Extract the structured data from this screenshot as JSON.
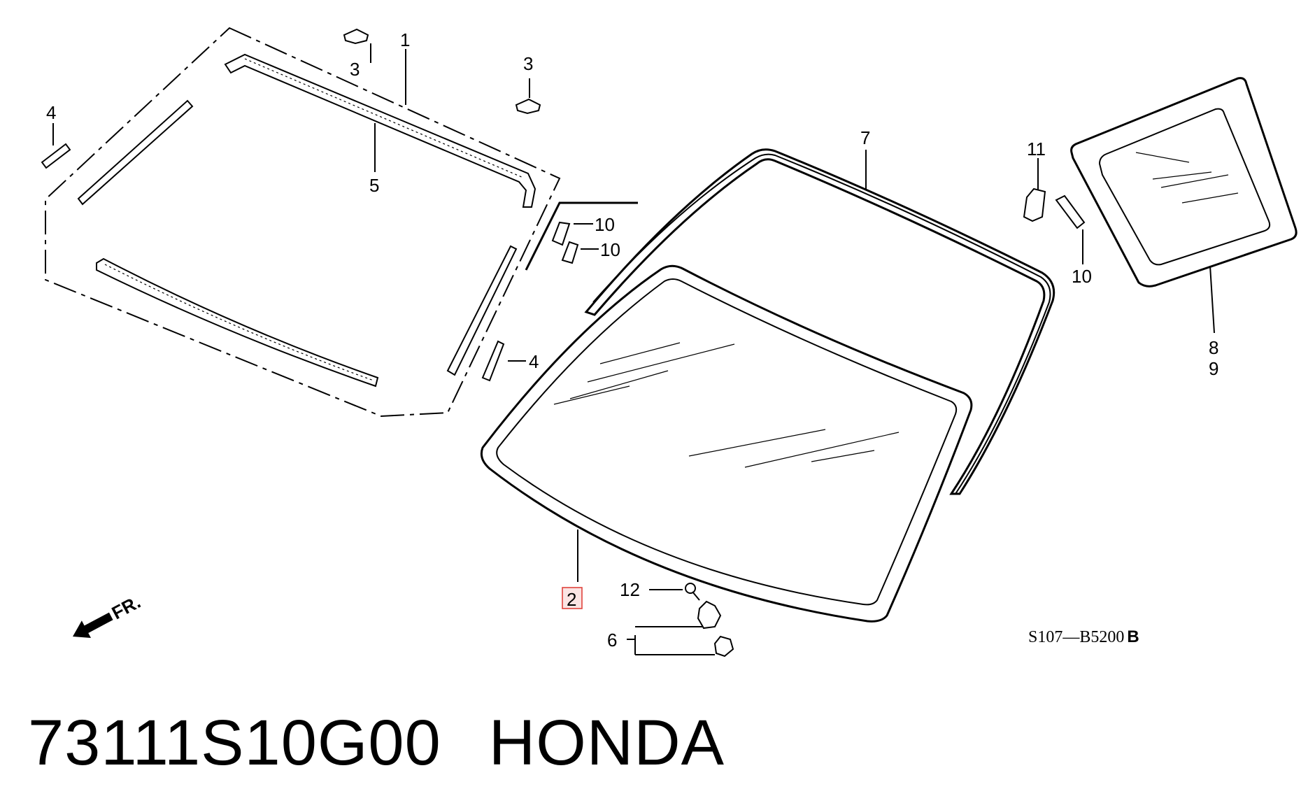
{
  "diagram": {
    "callouts": {
      "c1": "1",
      "c2": "2",
      "c3a": "3",
      "c3b": "3",
      "c4a": "4",
      "c4b": "4",
      "c5": "5",
      "c6": "6",
      "c7": "7",
      "c8": "8",
      "c9": "9",
      "c10a": "10",
      "c10b": "10",
      "c10c": "10",
      "c11": "11",
      "c12": "12"
    },
    "diagram_code": "S107—B5200",
    "diagram_code_suffix": "B",
    "front_arrow_label": "FR.",
    "highlight_color": "#e0433c"
  },
  "caption": {
    "part_number": "73111S10G00",
    "brand": "HONDA"
  }
}
